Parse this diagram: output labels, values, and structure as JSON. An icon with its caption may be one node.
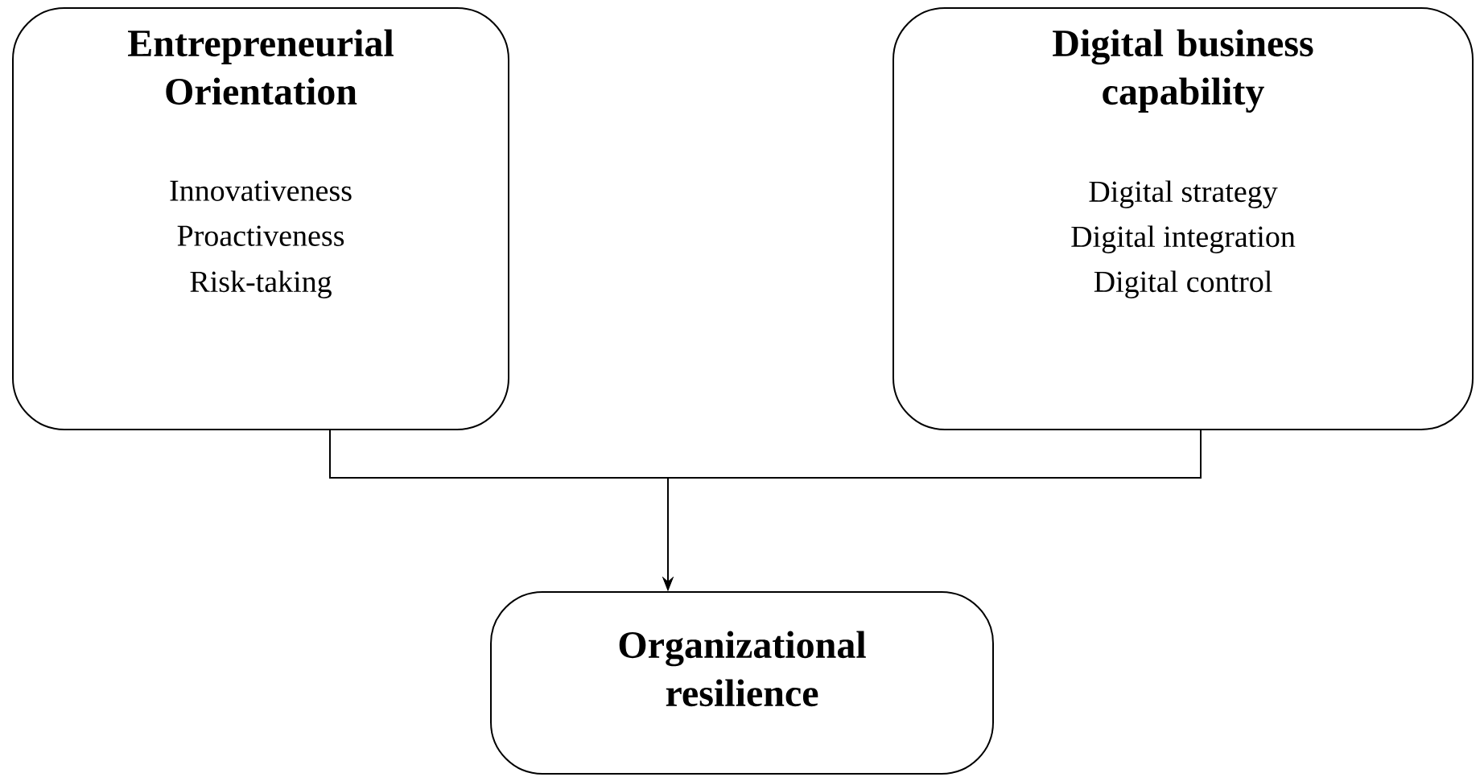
{
  "diagram": {
    "nodes": [
      {
        "text": [
          "Entrepreneurial Orientation",
          "Innovativeness",
          "Proactiveness",
          "Risk-taking"
        ]
      },
      {
        "text": [
          "Digital business capability",
          "Digital strategy",
          "Digital integration",
          "Digital control"
        ]
      },
      {
        "text": [
          "Organizational resilience"
        ]
      }
    ],
    "edges": [
      {
        "from": 0,
        "to": 2,
        "arrow": "to"
      },
      {
        "from": 1,
        "to": 2,
        "arrow": "to"
      }
    ]
  }
}
